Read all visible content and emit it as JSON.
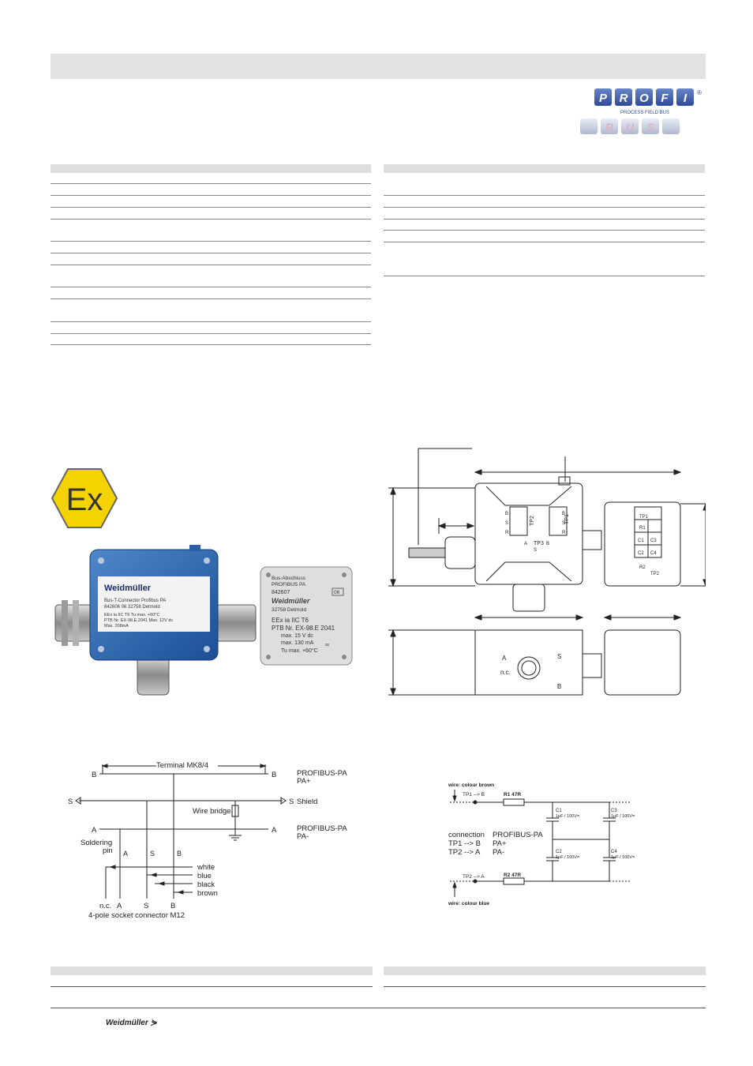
{
  "logo": {
    "profi_letters": [
      "P",
      "R",
      "O",
      "F",
      "I"
    ],
    "bus_letters": [
      "B",
      "U",
      "S"
    ],
    "tagline": "PROCESS FIELD BUS",
    "registered": "®"
  },
  "product_photo": {
    "tconnector": {
      "brand": "Weidmüller",
      "lines": [
        "Bus-T-Connector Profibus PA",
        "842606    06    32758 Detmold",
        "EEx ia IIC T6        Tu max. +60°C",
        "PTB Nr. EX-98.E.2041   Max.   12V dc",
        "                              Max.   208mA"
      ]
    },
    "terminator": {
      "brand": "Weidmüller",
      "lines": [
        "Bus-Abschluss",
        "PROFIBUS PA",
        "842607",
        "06",
        "32758 Detmold",
        "EEx ia IIC T6",
        "PTB Nr. EX-98.E 2041",
        "max. 15 V dc",
        "max. 130 mA",
        "ss",
        "Tu max. +60°C"
      ]
    }
  },
  "ex_symbol": "Ex",
  "dimension_drawing": {
    "tp_labels": [
      "TP1",
      "TP2",
      "TP3"
    ],
    "term_letters": [
      "B",
      "S",
      "R"
    ],
    "term_letters2": [
      "B",
      "S",
      "R"
    ],
    "tp3_letters": [
      "A",
      "S",
      "B"
    ],
    "cover_labels": [
      "TP1",
      "R1",
      "C1",
      "C3",
      "C2",
      "C4",
      "R2",
      "TP2"
    ],
    "plug_labels": [
      "A",
      "S",
      "n.c.",
      "B"
    ]
  },
  "wiring_diagram": {
    "terminal_label": "Terminal MK8/4",
    "b_left": "B",
    "b_right": "B",
    "profibus_pa_plus": [
      "PROFIBUS-PA",
      "PA+"
    ],
    "s_left": "S",
    "s_right": "S",
    "shield": "Shield",
    "wire_bridge": "Wire bridge",
    "a_left": "A",
    "a_right": "A",
    "profibus_pa_minus": [
      "PROFIBUS-PA",
      "PA-"
    ],
    "soldering_pin": [
      "Soldering",
      "pin"
    ],
    "pin_labels": [
      "A",
      "S",
      "B"
    ],
    "wire_colors": [
      "white",
      "blue",
      "black",
      "brown"
    ],
    "bottom_labels": [
      "n.c.",
      "A",
      "S",
      "B"
    ],
    "connector_caption": "4-pole socket connector M12"
  },
  "circuit_diagram": {
    "wire_brown": "wire: colour brown",
    "tp1": "TP1 --> B",
    "r1": "R1  47R",
    "c1": [
      "C1",
      "1µF / 100V="
    ],
    "c3": [
      "C3",
      "1µF / 100V="
    ],
    "connection": "connection",
    "profibus_pa": "PROFIBUS-PA",
    "tp1_b": "TP1 --> B",
    "pa_plus": "PA+",
    "tp2_a": "TP2 --> A",
    "pa_minus": "PA-",
    "c2": [
      "C2",
      "1µF / 100V="
    ],
    "c4": [
      "C4",
      "1µF / 100V="
    ],
    "tp2": "TP2 --> A",
    "r2": "R2  47R",
    "wire_blue": "wire: colour blue"
  },
  "footer": {
    "brand": "Weidmüller"
  }
}
